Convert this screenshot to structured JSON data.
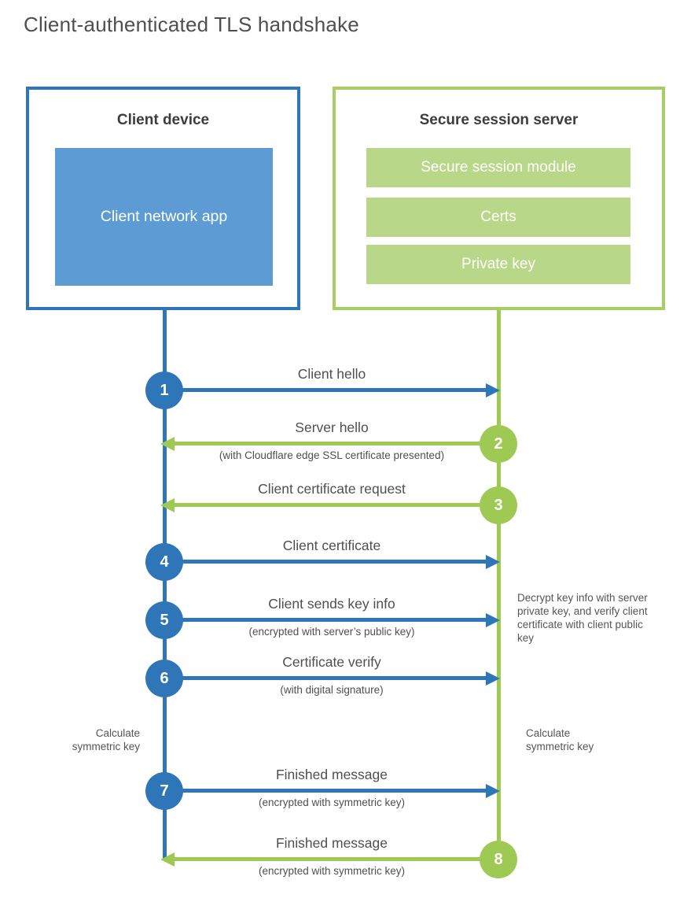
{
  "page": {
    "title": "Client-authenticated TLS handshake"
  },
  "client": {
    "title": "Client device",
    "app_label": "Client network app"
  },
  "server": {
    "title": "Secure session server",
    "modules": [
      "Secure session module",
      "Certs",
      "Private key"
    ]
  },
  "steps": [
    {
      "number": "1",
      "direction": "right",
      "label": "Client hello"
    },
    {
      "number": "2",
      "direction": "left",
      "label": "Server hello",
      "sublabel": "(with Cloudflare edge SSL certificate presented)"
    },
    {
      "number": "3",
      "direction": "left",
      "label": "Client certificate request"
    },
    {
      "number": "4",
      "direction": "right",
      "label": "Client certificate"
    },
    {
      "number": "5",
      "direction": "right",
      "label": "Client sends key info",
      "sublabel": "(encrypted with server’s public key)"
    },
    {
      "number": "6",
      "direction": "right",
      "label": "Certificate verify",
      "sublabel": "(with digital signature)"
    },
    {
      "number": "7",
      "direction": "right",
      "label": "Finished message",
      "sublabel": "(encrypted with symmetric key)"
    },
    {
      "number": "8",
      "direction": "left",
      "label": "Finished message",
      "sublabel": "(encrypted with symmetric key)"
    }
  ],
  "annotations": {
    "decrypt_note": "Decrypt key info with server private key, and verify client certificate with client public key",
    "calc_left": "Calculate symmetric key",
    "calc_right": "Calculate symmetric key"
  },
  "colors": {
    "blue": "#2e76b8",
    "light_blue": "#5c9bd3",
    "green": "#9ec952",
    "green_border": "#a6ce62",
    "light_green": "#b8d788",
    "text": "#4f4f4f"
  }
}
